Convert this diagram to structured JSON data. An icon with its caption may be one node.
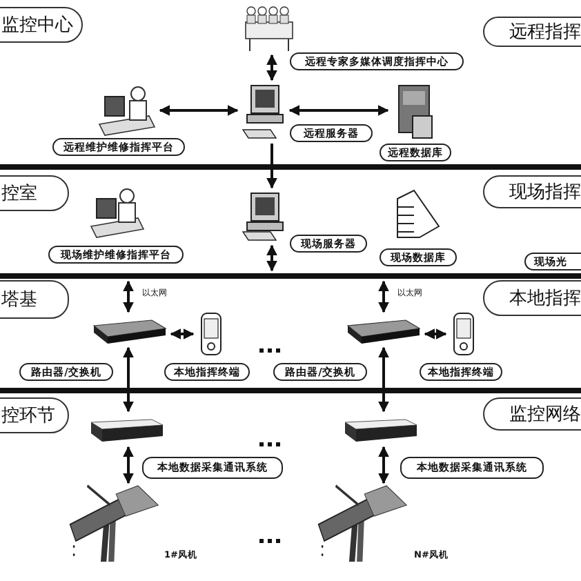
{
  "diagram": {
    "nodes": [
      {
        "text": [
          "监控中心"
        ]
      },
      {
        "text": [
          "远程指挥"
        ]
      },
      {
        "text": [
          "远程专家多媒体调度指挥中心"
        ]
      },
      {
        "text": [
          "远程维护维修指挥平台"
        ]
      },
      {
        "text": [
          "远程服务器"
        ]
      },
      {
        "text": [
          "远程数据库"
        ]
      },
      {
        "text": [
          "控室"
        ]
      },
      {
        "text": [
          "现场指挥"
        ]
      },
      {
        "text": [
          "现场维护维修指挥平台"
        ]
      },
      {
        "text": [
          "现场服务器"
        ]
      },
      {
        "text": [
          "现场数据库"
        ]
      },
      {
        "text": [
          "现场光"
        ]
      },
      {
        "text": [
          "塔基"
        ]
      },
      {
        "text": [
          "本地指挥"
        ]
      },
      {
        "text": [
          "路由器/交换机"
        ]
      },
      {
        "text": [
          "本地指挥终端"
        ]
      },
      {
        "text": [
          "路由器/交换机"
        ]
      },
      {
        "text": [
          "本地指挥终端"
        ]
      },
      {
        "text": [
          "控环节"
        ]
      },
      {
        "text": [
          "监控网络"
        ]
      },
      {
        "text": [],
        "shape": "box"
      },
      {
        "text": [],
        "shape": "box"
      },
      {
        "text": [
          "本地数据采集通讯系统"
        ]
      },
      {
        "text": [
          "本地数据采集通讯系统"
        ]
      },
      {
        "text": [],
        "shape": "picture",
        "beside": [
          "1#风机"
        ]
      },
      {
        "text": [],
        "shape": "picture",
        "beside": [
          "N#风机"
        ]
      },
      {
        "text": [],
        "shape": "bar"
      }
    ],
    "edges": [
      {
        "from": 2,
        "to": 4,
        "arrow": "both"
      },
      {
        "from": 3,
        "to": 4,
        "arrow": "both"
      },
      {
        "from": 4,
        "to": 5,
        "arrow": "both"
      },
      {
        "from": 4,
        "to": 9,
        "arrow": "to"
      },
      {
        "from": 9,
        "to": 26,
        "arrow": "both"
      },
      {
        "from": 26,
        "to": 14,
        "arrow": "both",
        "label": "以太网"
      },
      {
        "from": 26,
        "to": 16,
        "arrow": "both",
        "label": "以太网"
      },
      {
        "from": 14,
        "to": 15,
        "arrow": "both"
      },
      {
        "from": 16,
        "to": 17,
        "arrow": "both"
      },
      {
        "from": 14,
        "to": 20,
        "arrow": "both"
      },
      {
        "from": 16,
        "to": 21,
        "arrow": "both"
      },
      {
        "from": 20,
        "to": 24,
        "arrow": "both"
      },
      {
        "from": 21,
        "to": 25,
        "arrow": "both"
      }
    ]
  }
}
